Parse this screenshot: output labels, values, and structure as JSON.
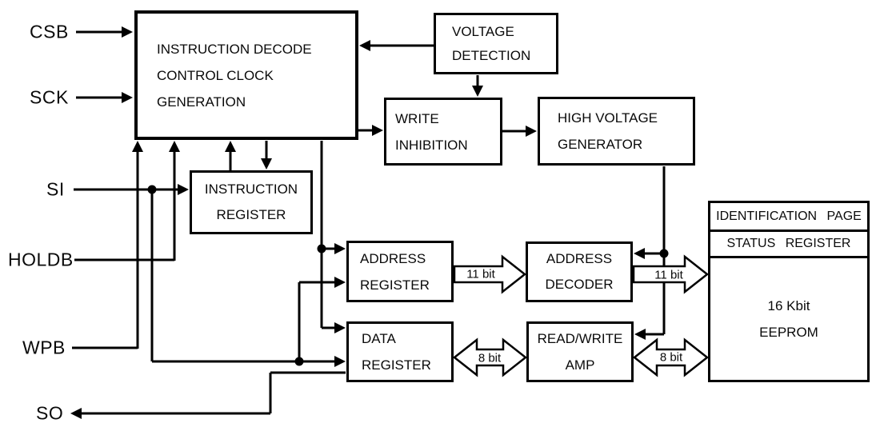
{
  "signals": {
    "csb": "CSB",
    "sck": "SCK",
    "si": "SI",
    "holdb": "HOLDB",
    "wpb": "WPB",
    "so": "SO"
  },
  "blocks": {
    "instruction_decode": {
      "lines": [
        "INSTRUCTION DECODE",
        "CONTROL CLOCK",
        "GENERATION"
      ]
    },
    "voltage_detection": {
      "lines": [
        "VOLTAGE",
        "DETECTION"
      ]
    },
    "write_inhibition": {
      "lines": [
        "WRITE",
        "INHIBITION"
      ]
    },
    "high_voltage_generator": {
      "lines": [
        "HIGH VOLTAGE",
        "GENERATOR"
      ]
    },
    "instruction_register": {
      "lines": [
        "INSTRUCTION",
        "REGISTER"
      ]
    },
    "address_register": {
      "lines": [
        "ADDRESS",
        "REGISTER"
      ]
    },
    "address_decoder": {
      "lines": [
        "ADDRESS",
        "DECODER"
      ]
    },
    "data_register": {
      "lines": [
        "DATA",
        "REGISTER"
      ]
    },
    "read_write_amp": {
      "lines": [
        "READ/WRITE",
        "AMP"
      ]
    },
    "eeprom": {
      "band1": "IDENTIFICATION PAGE",
      "band2": "STATUS REGISTER",
      "lines": [
        "16 Kbit",
        "EEPROM"
      ]
    }
  },
  "buses": {
    "addr_reg_to_decoder": "11 bit",
    "decoder_to_eeprom": "11 bit",
    "data_reg_to_amp": "8 bit",
    "amp_to_eeprom": "8 bit"
  },
  "colors": {
    "line": "#000000",
    "background": "#ffffff",
    "text": "#0a0a0a"
  }
}
